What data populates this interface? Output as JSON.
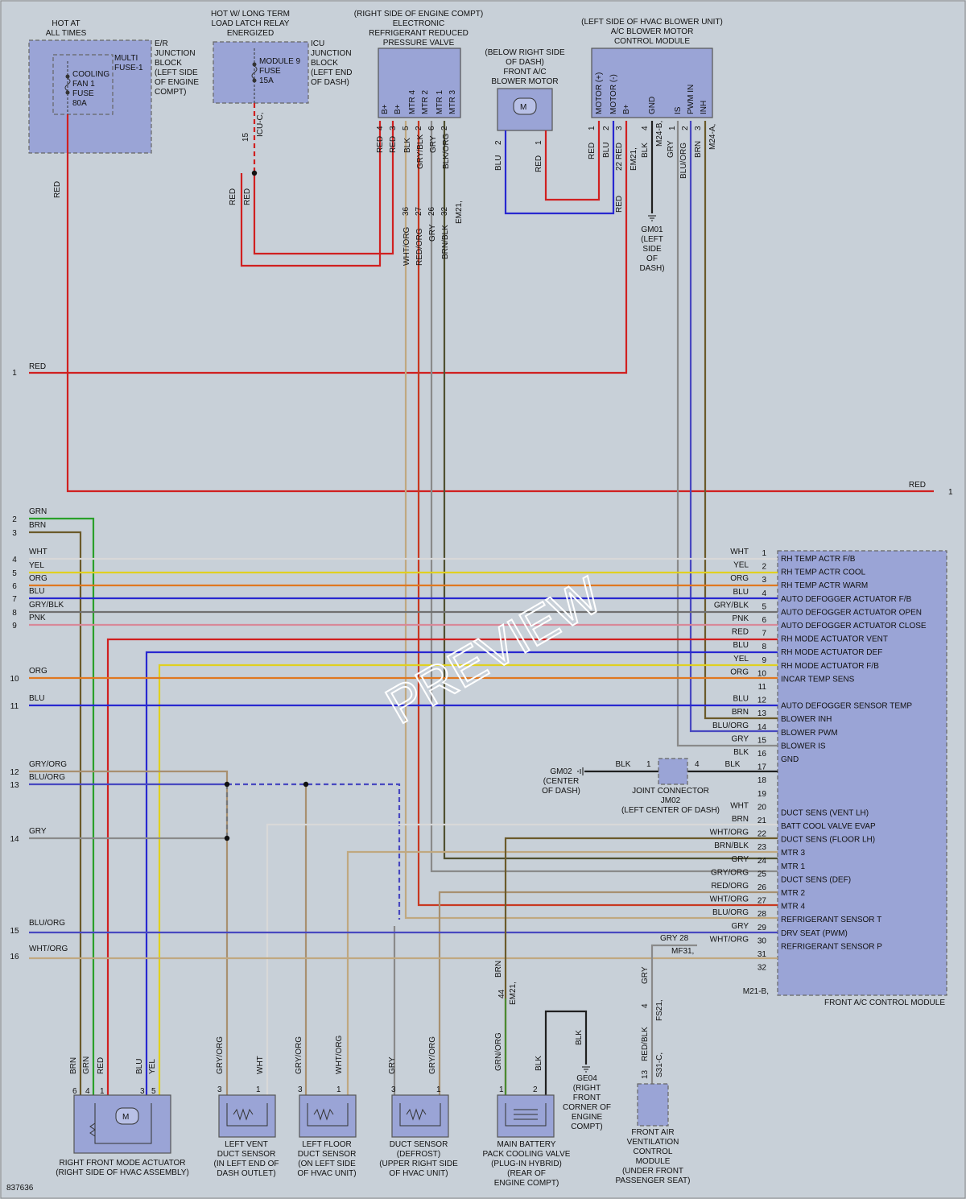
{
  "colors": {
    "RED": "#d02020",
    "GRN": "#2aa02a",
    "BRN": "#6b5a2a",
    "WHT": "#d8d8d8",
    "YEL": "#e0d020",
    "ORG": "#e07820",
    "BLU": "#2828d0",
    "GRY/BLK": "#707070",
    "PNK": "#d88898",
    "GRY/ORG": "#a89070",
    "BLU/ORG": "#4848c0",
    "GRY": "#8a8a8a",
    "WHT/ORG": "#c0a880",
    "BLK": "#202020",
    "BRN/BLK": "#505030",
    "RED/ORG": "#c83820",
    "BLK/ORG": "#383838",
    "GRN/ORG": "#4a8a30"
  },
  "labels": {
    "hot_at_all_times": [
      "HOT AT",
      "ALL TIMES"
    ],
    "hot_long_term": [
      "HOT W/ LONG TERM",
      "LOAD LATCH RELAY",
      "ENERGIZED"
    ],
    "er_junction": [
      "E/R",
      "JUNCTION",
      "BLOCK",
      "(LEFT SIDE",
      "OF ENGINE",
      "COMPT)"
    ],
    "multi_fuse": [
      "MULTI",
      "FUSE-1"
    ],
    "cooling_fan_fuse": [
      "COOLING",
      "FAN 1",
      "FUSE",
      "80A"
    ],
    "module9_fuse": [
      "MODULE 9",
      "FUSE",
      "15A"
    ],
    "icu_junction": [
      "ICU",
      "JUNCTION",
      "BLOCK",
      "(LEFT END",
      "OF DASH)"
    ],
    "erpr_title": [
      "(RIGHT SIDE OF ENGINE COMPT)",
      "ELECTRONIC",
      "REFRIGERANT REDUCED",
      "PRESSURE VALVE"
    ],
    "erpr_pins": [
      "B+",
      "B+",
      "MTR 4",
      "MTR 2",
      "MTR 1",
      "MTR 3"
    ],
    "blower_title": [
      "(BELOW RIGHT SIDE",
      "OF DASH)",
      "FRONT A/C",
      "BLOWER MOTOR"
    ],
    "blower_ctrl_title": [
      "(LEFT SIDE OF HVAC BLOWER UNIT)",
      "A/C BLOWER MOTOR",
      "CONTROL MODULE"
    ],
    "blower_ctrl_pins": [
      "MOTOR (+)",
      "MOTOR (-)",
      "B+",
      "GND",
      "IS",
      "PWM IN",
      "INH"
    ],
    "gm01": [
      "GM01",
      "(LEFT",
      "SIDE",
      "OF",
      "DASH)"
    ],
    "gm02": [
      "GM02",
      "(CENTER",
      "OF DASH)"
    ],
    "jm02": [
      "JOINT CONNECTOR",
      "JM02",
      "(LEFT CENTER OF DASH)"
    ],
    "front_ac_module": "FRONT A/C CONTROL MODULE",
    "m21b": "M21-B,",
    "mf31": "MF31,",
    "m24b": "M24-B,",
    "m24a": "M24-A,",
    "em21": "EM21,",
    "icu_c": "ICU-C,",
    "fs21": "FS21,",
    "s31c": "S31-C,",
    "ge04": [
      "GE04",
      "(RIGHT",
      "FRONT",
      "CORNER OF",
      "ENGINE",
      "COMPT)"
    ],
    "rfma": [
      "RIGHT FRONT MODE ACTUATOR",
      "(RIGHT SIDE OF HVAC ASSEMBLY)"
    ],
    "lvds": [
      "LEFT VENT",
      "DUCT SENSOR",
      "(IN LEFT END OF",
      "DASH OUTLET)"
    ],
    "lfds": [
      "LEFT FLOOR",
      "DUCT SENSOR",
      "(ON LEFT SIDE",
      "OF HVAC UNIT)"
    ],
    "dds": [
      "DUCT SENSOR",
      "(DEFROST)",
      "(UPPER RIGHT SIDE",
      "OF HVAC UNIT)"
    ],
    "mbpcv": [
      "MAIN BATTERY",
      "PACK COOLING VALVE",
      "(PLUG-IN HYBRID)",
      "(REAR OF",
      "ENGINE COMPT)"
    ],
    "favcm": [
      "FRONT AIR",
      "VENTILATION",
      "CONTROL",
      "MODULE",
      "(UNDER FRONT",
      "PASSENGER SEAT)"
    ],
    "diagram_id": "837636",
    "watermark": "PREVIEW"
  },
  "left_stubs": [
    {
      "num": "2",
      "color": "GRN"
    },
    {
      "num": "3",
      "color": "BRN"
    },
    {
      "num": "4",
      "color": "WHT"
    },
    {
      "num": "5",
      "color": "YEL"
    },
    {
      "num": "6",
      "color": "ORG"
    },
    {
      "num": "7",
      "color": "BLU"
    },
    {
      "num": "8",
      "color": "GRY/BLK"
    },
    {
      "num": "9",
      "color": "PNK"
    },
    {
      "num": "10",
      "color": "ORG"
    },
    {
      "num": "11",
      "color": "BLU"
    },
    {
      "num": "12",
      "color": "GRY/ORG"
    },
    {
      "num": "13",
      "color": "BLU/ORG"
    },
    {
      "num": "14",
      "color": "GRY"
    },
    {
      "num": "15",
      "color": "BLU/ORG"
    },
    {
      "num": "16",
      "color": "WHT/ORG"
    }
  ],
  "module_pins": [
    {
      "pin": "1",
      "color": "WHT",
      "func": "RH TEMP ACTR F/B"
    },
    {
      "pin": "2",
      "color": "YEL",
      "func": "RH TEMP ACTR COOL"
    },
    {
      "pin": "3",
      "color": "ORG",
      "func": "RH TEMP ACTR WARM"
    },
    {
      "pin": "4",
      "color": "BLU",
      "func": "AUTO DEFOGGER ACTUATOR F/B"
    },
    {
      "pin": "5",
      "color": "GRY/BLK",
      "func": "AUTO DEFOGGER ACTUATOR OPEN"
    },
    {
      "pin": "6",
      "color": "PNK",
      "func": "AUTO DEFOGGER ACTUATOR CLOSE"
    },
    {
      "pin": "7",
      "color": "RED",
      "func": "RH MODE ACTUATOR VENT"
    },
    {
      "pin": "8",
      "color": "BLU",
      "func": "RH MODE ACTUATOR DEF"
    },
    {
      "pin": "9",
      "color": "YEL",
      "func": "RH MODE ACTUATOR F/B"
    },
    {
      "pin": "10",
      "color": "ORG",
      "func": "INCAR TEMP SENS"
    },
    {
      "pin": "11",
      "color": "",
      "func": ""
    },
    {
      "pin": "12",
      "color": "BLU",
      "func": "AUTO DEFOGGER SENSOR TEMP"
    },
    {
      "pin": "13",
      "color": "BRN",
      "func": "BLOWER INH"
    },
    {
      "pin": "14",
      "color": "BLU/ORG",
      "func": "BLOWER PWM"
    },
    {
      "pin": "15",
      "color": "GRY",
      "func": "BLOWER IS"
    },
    {
      "pin": "16",
      "color": "BLK",
      "func": "GND"
    },
    {
      "pin": "17",
      "color": "",
      "func": ""
    },
    {
      "pin": "18",
      "color": "",
      "func": ""
    },
    {
      "pin": "19",
      "color": "",
      "func": ""
    },
    {
      "pin": "20",
      "color": "WHT",
      "func": "DUCT SENS (VENT LH)"
    },
    {
      "pin": "21",
      "color": "BRN",
      "func": "BATT COOL VALVE EVAP"
    },
    {
      "pin": "22",
      "color": "WHT/ORG",
      "func": "DUCT SENS (FLOOR LH)"
    },
    {
      "pin": "23",
      "color": "BRN/BLK",
      "func": "MTR 3"
    },
    {
      "pin": "24",
      "color": "GRY",
      "func": "MTR 1"
    },
    {
      "pin": "25",
      "color": "GRY/ORG",
      "func": "DUCT SENS (DEF)"
    },
    {
      "pin": "26",
      "color": "RED/ORG",
      "func": "MTR 2"
    },
    {
      "pin": "27",
      "color": "WHT/ORG",
      "func": "MTR 4"
    },
    {
      "pin": "28",
      "color": "BLU/ORG",
      "func": "REFRIGERANT SENSOR T"
    },
    {
      "pin": "29",
      "color": "GRY",
      "func": "DRV SEAT (PWM)"
    },
    {
      "pin": "30",
      "color": "WHT/ORG",
      "func": "REFRIGERANT SENSOR P"
    },
    {
      "pin": "31",
      "color": "",
      "func": ""
    },
    {
      "pin": "32",
      "color": "",
      "func": ""
    }
  ],
  "wire_labels": {
    "red_top": "RED",
    "red_1": "RED",
    "red_1_right": "RED",
    "stub_1_num": "1",
    "stub_1_right_num": "1",
    "red": "RED",
    "blu": "BLU",
    "blk": "BLK",
    "gry": "GRY",
    "brn": "BRN",
    "blu_org": "BLU/ORG",
    "gry_blk": "GRY/BLK",
    "blk_org": "BLK/ORG",
    "wht_org": "WHT/ORG",
    "red_org": "RED/ORG",
    "brn_blk": "BRN/BLK",
    "gry_org": "GRY/ORG",
    "grn_org": "GRN/ORG",
    "red_blk": "RED/BLK",
    "wht": "WHT",
    "yel": "YEL",
    "grn": "GRN"
  },
  "pin_numbers": {
    "erpr": [
      "4",
      "3",
      "5",
      "2",
      "6",
      "2"
    ],
    "erpr_lower": [
      "36",
      "27",
      "26",
      "32"
    ],
    "blower": [
      "2",
      "1"
    ],
    "ctrl": [
      "1",
      "2",
      "3",
      "4",
      "1",
      "2",
      "3"
    ],
    "icu": "15",
    "em21_22": "22",
    "j_1": "1",
    "j_4": "4",
    "mf31_28": "28",
    "em21_44": "44",
    "fs21_4": "4",
    "s31_13": "13",
    "rfma": [
      "6",
      "4",
      "1",
      "3",
      "5"
    ],
    "sensors": [
      "3",
      "1"
    ],
    "valve": [
      "1",
      "2"
    ]
  }
}
